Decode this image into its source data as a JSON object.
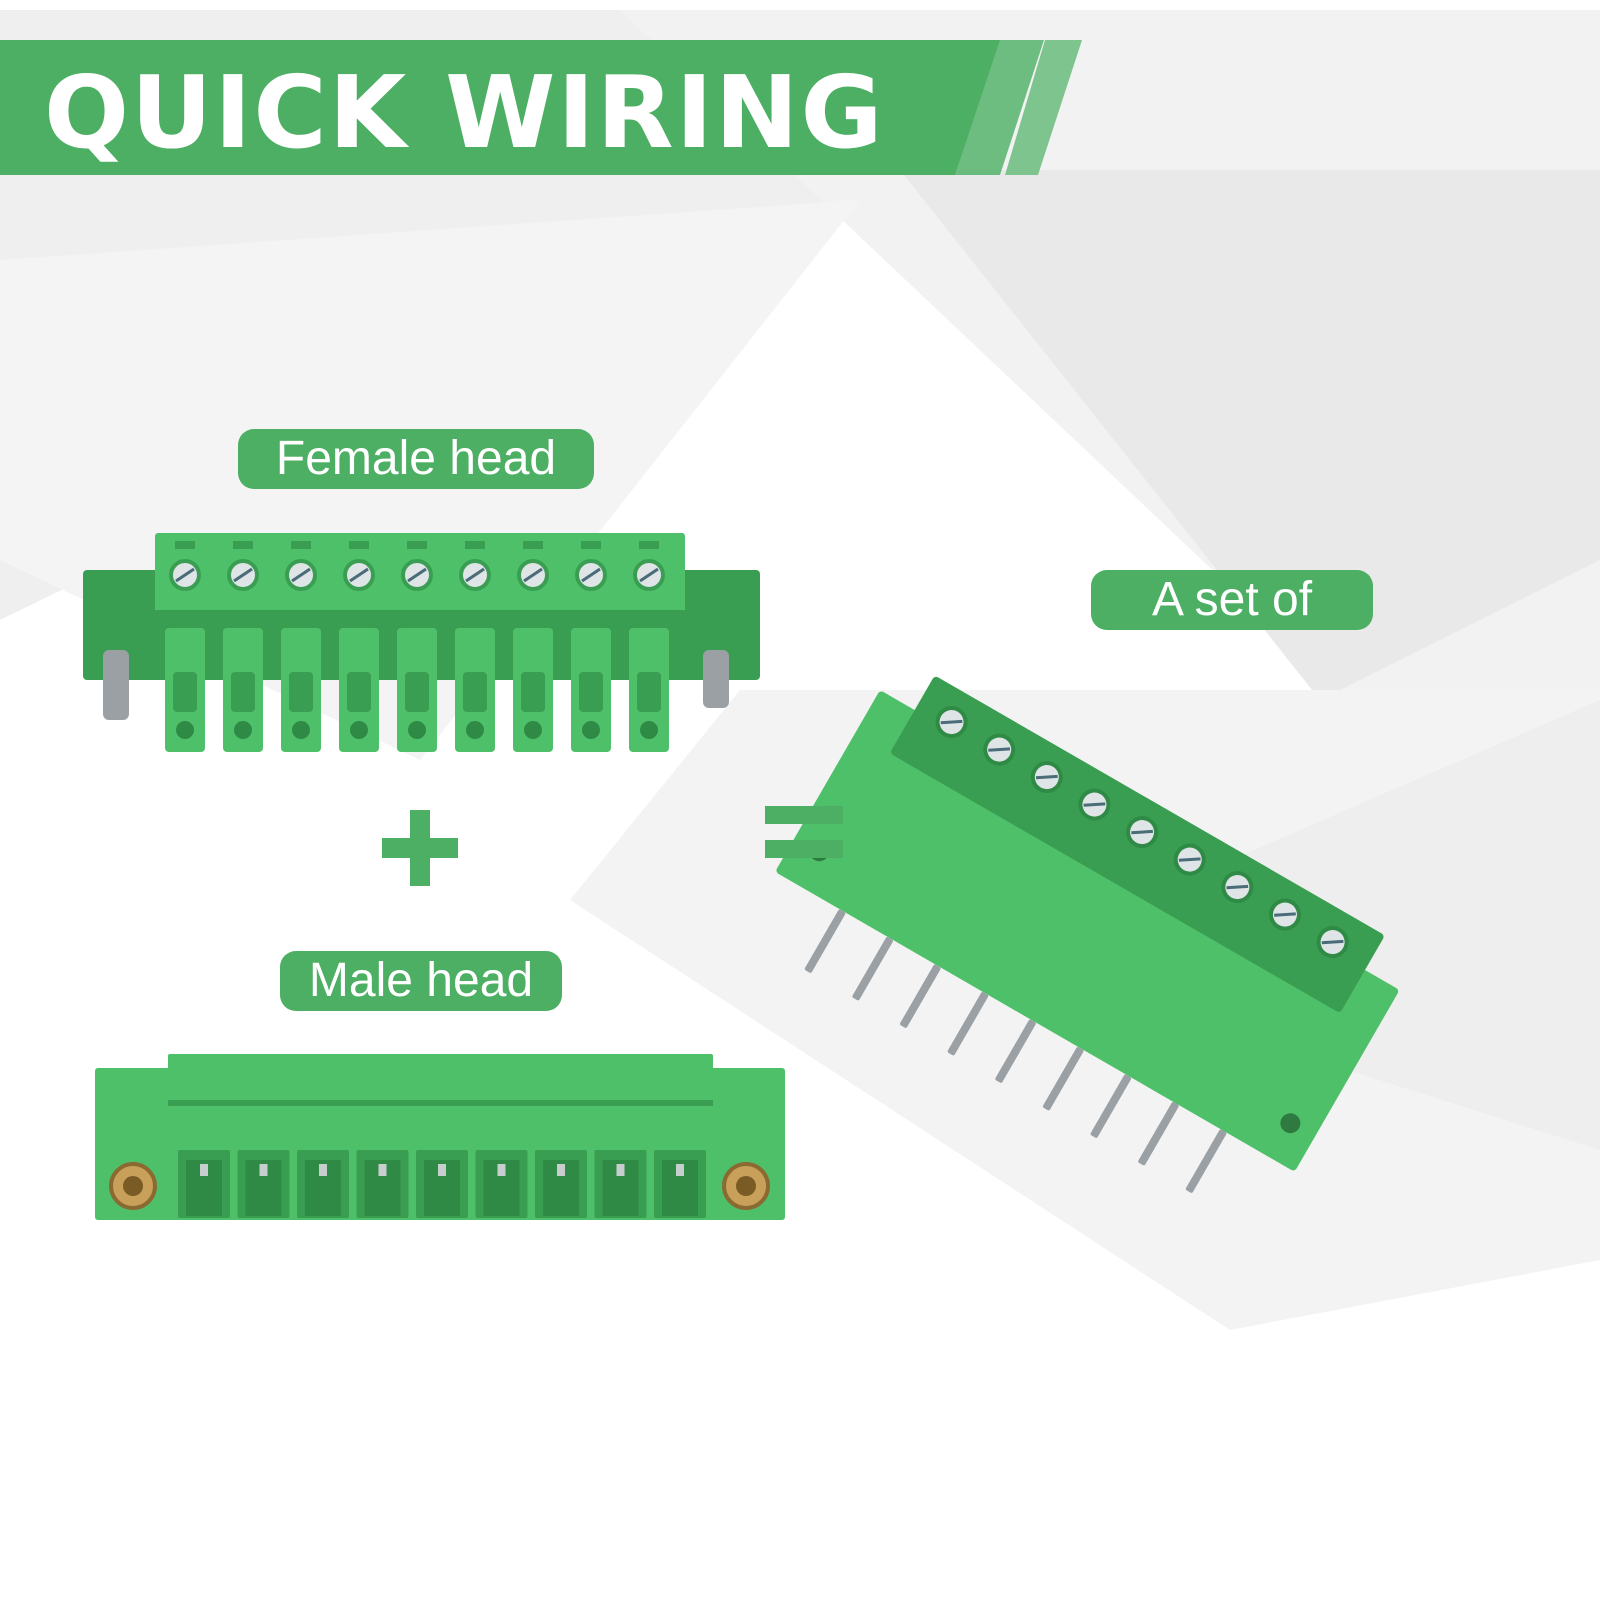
{
  "banner": {
    "title": "QUICK WIRING"
  },
  "labels": {
    "female": "Female head",
    "male": "Male head",
    "set": "A set of"
  },
  "symbols": {
    "plus": "plus-icon",
    "equals": "equals-icon"
  },
  "connector": {
    "positions": 9
  },
  "colors": {
    "brand_green": "#4caf63",
    "part_green": "#4fc06a",
    "part_green_dark": "#3a9e52",
    "brass": "#c9a05a",
    "steel": "#9aa0a4"
  }
}
